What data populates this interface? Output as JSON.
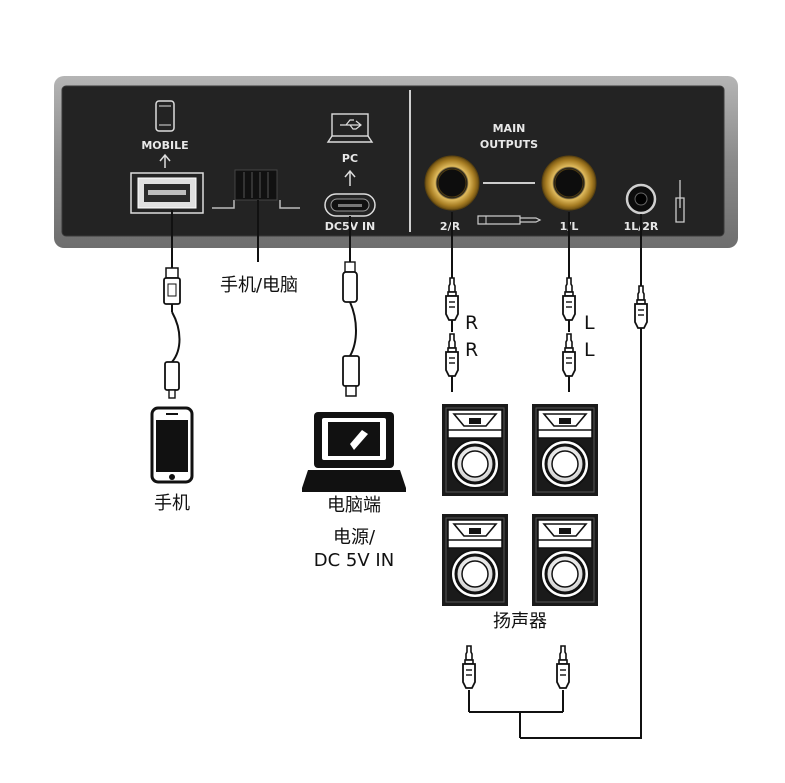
{
  "panel": {
    "mobile_label": "MOBILE",
    "pc_label": "PC",
    "dc_label": "DC5V IN",
    "main_outputs_line1": "MAIN",
    "main_outputs_line2": "OUTPUTS",
    "jack_right_label": "2/R",
    "jack_left_label": "1/L",
    "jack_stereo_label": "1L/2R"
  },
  "labels": {
    "switch_caption": "手机/电脑",
    "phone_caption": "手机",
    "pc_caption": "电脑端",
    "power_caption_line1": "电源/",
    "power_caption_line2": "DC 5V IN",
    "speakers_caption": "扬声器",
    "cable_r_top": "R",
    "cable_r_bottom": "R",
    "cable_l_top": "L",
    "cable_l_bottom": "L"
  },
  "colors": {
    "panel_dark": "#262626",
    "panel_frame": "#8c8c8c",
    "jack_gold": "#c49a3c",
    "ink": "#111111"
  },
  "icons": [
    "mobile-phone-icon",
    "usb-icon",
    "laptop-icon",
    "trs-plug-icon",
    "speaker-cabinet-icon"
  ]
}
